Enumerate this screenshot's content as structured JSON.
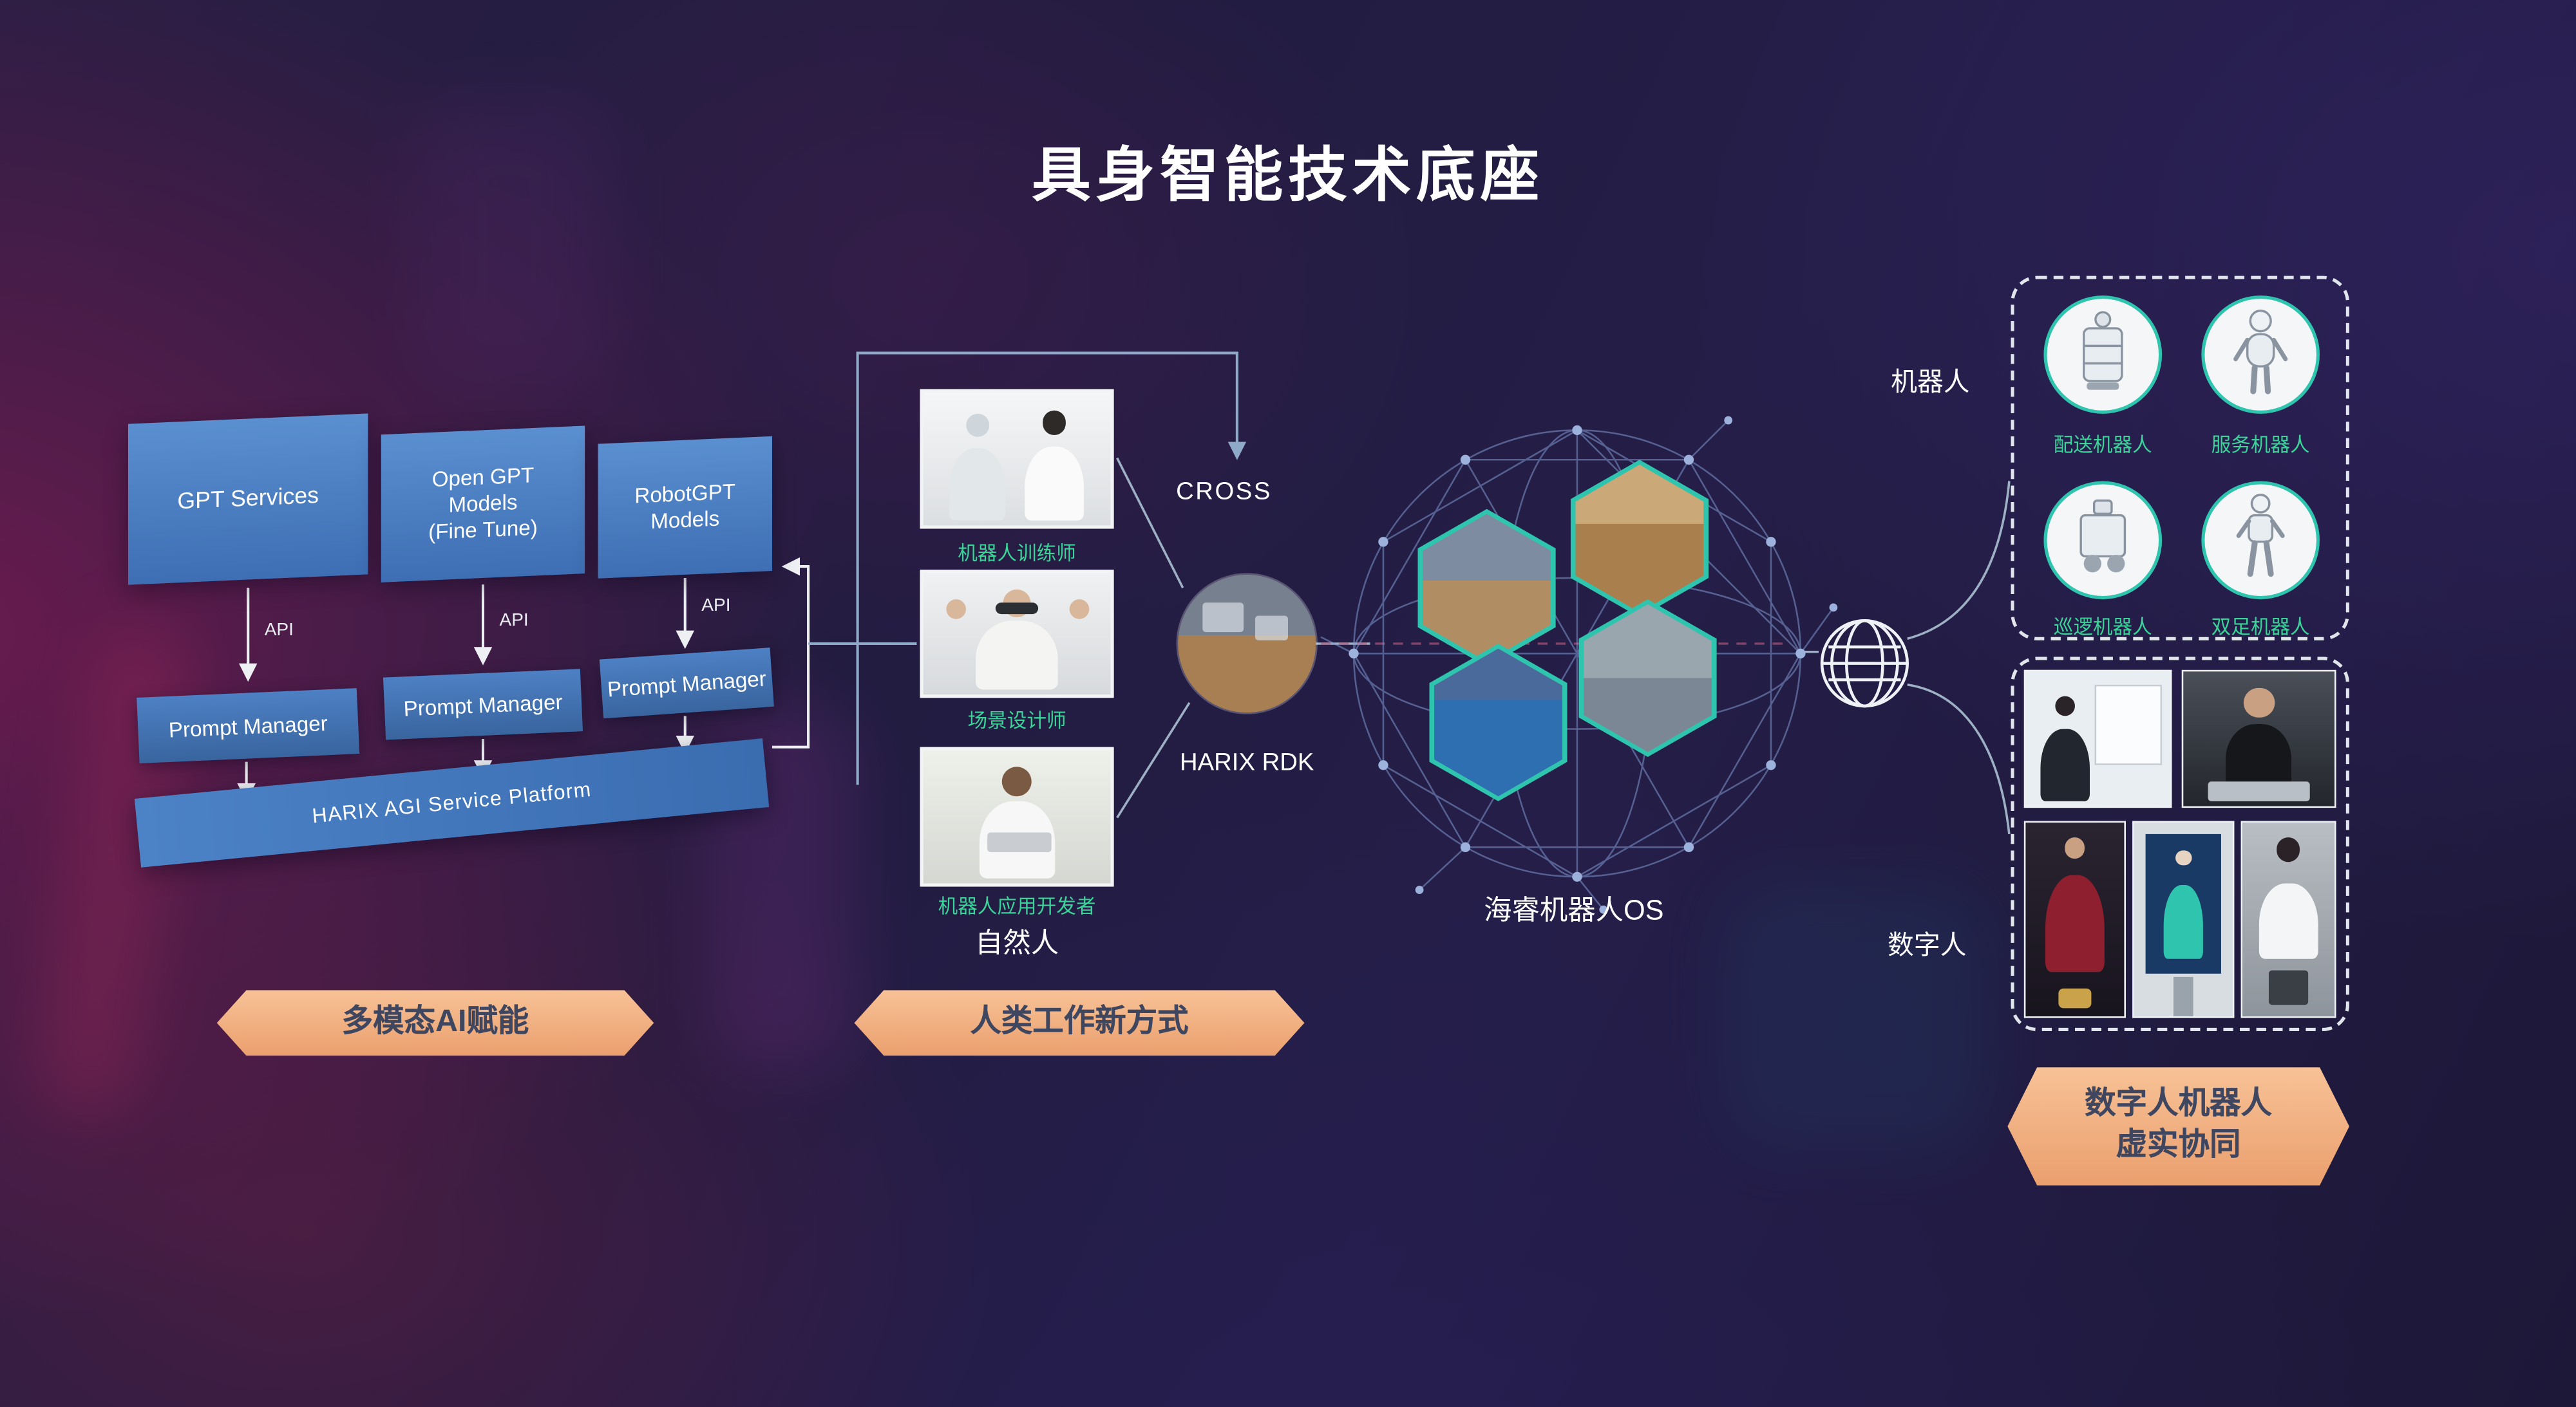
{
  "title": "具身智能技术底座",
  "colors": {
    "accent_teal": "#3ad398",
    "banner_orange": "#eb9f6e",
    "box_blue": "#4c82c6",
    "background_dark": "#221c40"
  },
  "icons": {
    "globe": "globe-icon",
    "network_sphere": "network-sphere",
    "arrow": "arrow-icon"
  },
  "ai_stack": {
    "model_boxes": [
      {
        "lines": [
          "GPT Services"
        ]
      },
      {
        "lines": [
          "Open GPT",
          "Models",
          "(Fine Tune)"
        ]
      },
      {
        "lines": [
          "RobotGPT",
          "Models"
        ]
      }
    ],
    "api_labels": [
      "API",
      "API",
      "API"
    ],
    "prompt_managers": [
      "Prompt Manager",
      "Prompt Manager",
      "Prompt Manager"
    ],
    "platform": "HARIX AGI Service Platform",
    "banner": "多模态AI赋能"
  },
  "human_work": {
    "roles": [
      {
        "label": "机器人训练师"
      },
      {
        "label": "场景设计师"
      },
      {
        "label": "机器人应用开发者"
      }
    ],
    "group_label": "自然人",
    "cross_label": "CROSS",
    "rdk_label": "HARIX RDK",
    "banner": "人类工作新方式"
  },
  "os": {
    "label": "海睿机器人OS"
  },
  "devices": {
    "robots_title": "机器人",
    "robots": [
      {
        "label": "配送机器人"
      },
      {
        "label": "服务机器人"
      },
      {
        "label": "巡逻机器人"
      },
      {
        "label": "双足机器人"
      }
    ],
    "digital_title": "数字人",
    "banner_line1": "数字人机器人",
    "banner_line2": "虚实协同"
  }
}
